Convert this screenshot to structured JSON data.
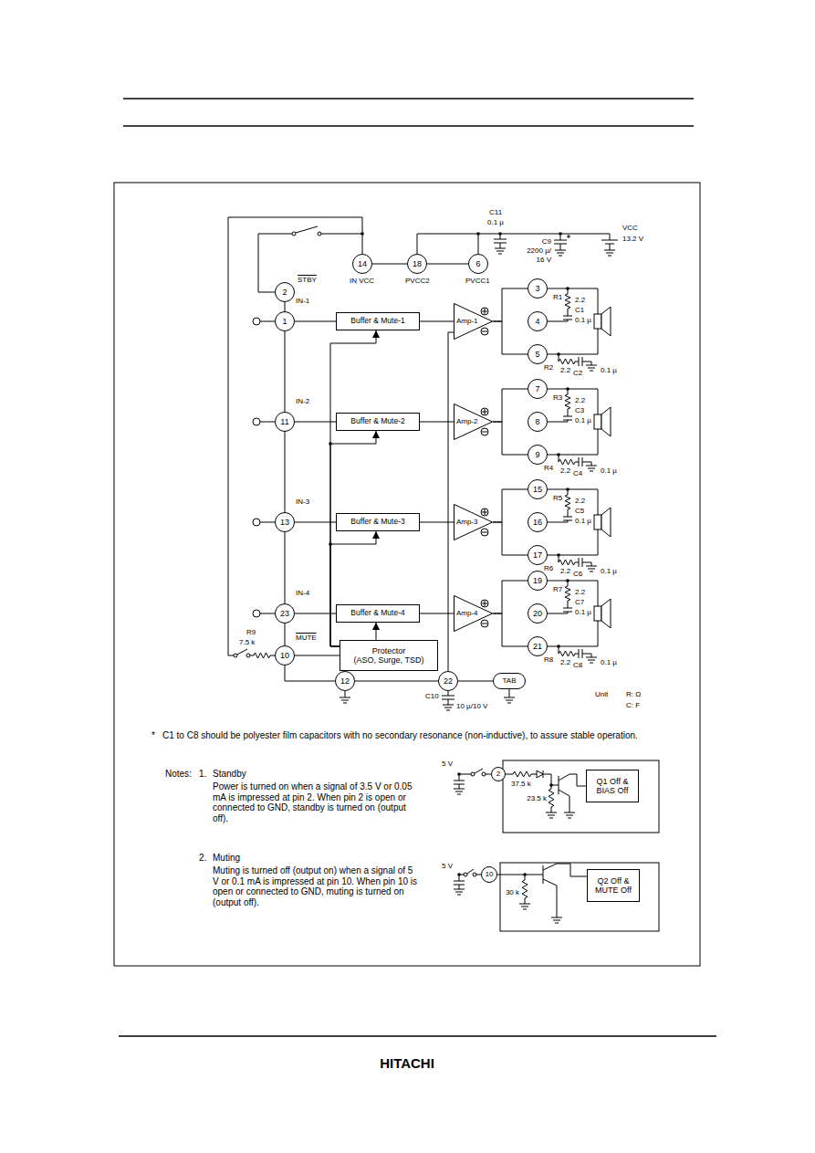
{
  "diagram": {
    "nodes": [
      {
        "text": [
          "14"
        ]
      },
      {
        "text": [
          "18"
        ]
      },
      {
        "text": [
          "6"
        ]
      },
      {
        "text": [
          "2"
        ]
      },
      {
        "text": [
          "1"
        ]
      },
      {
        "text": [
          "Buffer & Mute-1"
        ]
      },
      {
        "text": [
          "Amp-1"
        ]
      },
      {
        "text": [
          "3"
        ]
      },
      {
        "text": [
          "4"
        ]
      },
      {
        "text": [
          "5"
        ]
      },
      {
        "text": [
          "11"
        ]
      },
      {
        "text": [
          "Buffer & Mute-2"
        ]
      },
      {
        "text": [
          "Amp-2"
        ]
      },
      {
        "text": [
          "7"
        ]
      },
      {
        "text": [
          "8"
        ]
      },
      {
        "text": [
          "9"
        ]
      },
      {
        "text": [
          "13"
        ]
      },
      {
        "text": [
          "Buffer & Mute-3"
        ]
      },
      {
        "text": [
          "Amp-3"
        ]
      },
      {
        "text": [
          "15"
        ]
      },
      {
        "text": [
          "16"
        ]
      },
      {
        "text": [
          "17"
        ]
      },
      {
        "text": [
          "23"
        ]
      },
      {
        "text": [
          "Buffer & Mute-4"
        ]
      },
      {
        "text": [
          "Amp-4"
        ]
      },
      {
        "text": [
          "19"
        ]
      },
      {
        "text": [
          "20"
        ]
      },
      {
        "text": [
          "21"
        ]
      },
      {
        "text": [
          "10"
        ]
      },
      {
        "text": [
          "Protector",
          "(ASO, Surge, TSD)"
        ]
      },
      {
        "text": [
          "12"
        ]
      },
      {
        "text": [
          "22"
        ]
      },
      {
        "text": [
          "TAB"
        ]
      },
      {
        "text": [
          "2"
        ]
      },
      {
        "text": [
          "Q1 Off & BIAS Off"
        ]
      },
      {
        "text": [
          "10"
        ]
      },
      {
        "text": [
          "Q2 Off & MUTE Off"
        ]
      }
    ],
    "edges": [
      {
        "from": 0,
        "to": 1,
        "arrow": "none"
      },
      {
        "from": 1,
        "to": 2,
        "arrow": "none"
      },
      {
        "from": 4,
        "to": 5,
        "arrow": "none"
      },
      {
        "from": 5,
        "to": 6,
        "arrow": "none"
      },
      {
        "from": 6,
        "to": 7,
        "arrow": "none"
      },
      {
        "from": 6,
        "to": 9,
        "arrow": "none"
      },
      {
        "from": 10,
        "to": 11,
        "arrow": "none"
      },
      {
        "from": 11,
        "to": 12,
        "arrow": "none"
      },
      {
        "from": 12,
        "to": 13,
        "arrow": "none"
      },
      {
        "from": 12,
        "to": 15,
        "arrow": "none"
      },
      {
        "from": 16,
        "to": 17,
        "arrow": "none"
      },
      {
        "from": 17,
        "to": 18,
        "arrow": "none"
      },
      {
        "from": 18,
        "to": 19,
        "arrow": "none"
      },
      {
        "from": 18,
        "to": 21,
        "arrow": "none"
      },
      {
        "from": 22,
        "to": 23,
        "arrow": "none"
      },
      {
        "from": 23,
        "to": 24,
        "arrow": "none"
      },
      {
        "from": 24,
        "to": 25,
        "arrow": "none"
      },
      {
        "from": 24,
        "to": 27,
        "arrow": "none"
      },
      {
        "from": 29,
        "to": 5,
        "arrow": "to"
      },
      {
        "from": 29,
        "to": 11,
        "arrow": "to"
      },
      {
        "from": 29,
        "to": 17,
        "arrow": "to"
      },
      {
        "from": 29,
        "to": 23,
        "arrow": "to"
      },
      {
        "from": 28,
        "to": 29,
        "arrow": "none"
      },
      {
        "from": 28,
        "to": 30,
        "arrow": "none"
      },
      {
        "from": 30,
        "to": 31,
        "arrow": "none"
      },
      {
        "from": 31,
        "to": 32,
        "arrow": "none"
      },
      {
        "from": 31,
        "to": 6,
        "arrow": "none"
      }
    ],
    "labels": [
      "C11",
      "0.1 µ",
      "C9",
      "2200 µ/",
      "16 V",
      "VCC",
      "13.2 V",
      "STBY",
      "IN VCC",
      "PVCC2",
      "PVCC1",
      "IN-1",
      "R1",
      "2.2",
      "C1",
      "0.1 µ",
      "R2",
      "2.2",
      "C2",
      "0.1 µ",
      "IN-2",
      "R3",
      "2.2",
      "C3",
      "0.1 µ",
      "R4",
      "2.2",
      "C4",
      "0.1 µ",
      "IN-3",
      "R5",
      "2.2",
      "C5",
      "0.1 µ",
      "R6",
      "2.2",
      "C6",
      "0.1 µ",
      "IN-4",
      "R7",
      "2.2",
      "C7",
      "0.1 µ",
      "R8",
      "2.2",
      "C8",
      "0.1 µ",
      "MUTE",
      "R9",
      "7.5 k",
      "C10",
      "10 µ/10 V",
      "Unit",
      "R: Ω",
      "C: F",
      "*",
      "C1 to C8 should be polyester film capacitors with no secondary resonance (non-inductive), to assure stable operation.",
      "Notes:",
      "1.",
      "Standby",
      "Power is turned on when a signal of 3.5 V or 0.05 mA is impressed at pin 2. When pin 2 is open or connected to GND, standby is turned on (output off).",
      "5 V",
      "37.5 k",
      "23.5 k",
      "2.",
      "Muting",
      "Muting is turned off (output on) when a signal of 5 V or 0.1 mA is impressed at pin 10. When pin 10 is open or connected to GND, muting is turned on (output off).",
      "5 V",
      "30 k",
      "HITACHI"
    ]
  }
}
